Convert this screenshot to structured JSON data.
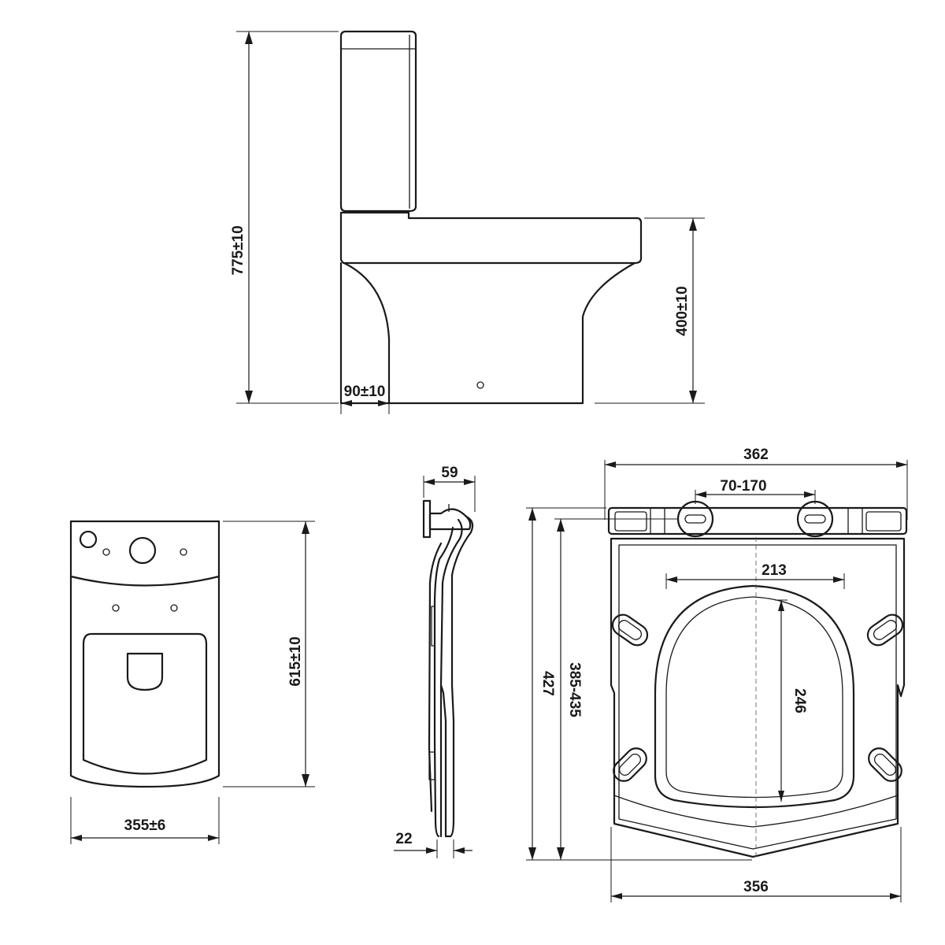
{
  "side_view": {
    "overall_height": "775±10",
    "seat_height": "400±10",
    "outlet_offset": "90±10"
  },
  "top_view": {
    "depth": "615±10",
    "width": "355±6"
  },
  "seat_profile": {
    "hinge_depth": "59",
    "thickness": "22"
  },
  "seat_plan": {
    "overall_width": "362",
    "hinge_spacing": "70-170",
    "opening_width": "213",
    "overall_length": "427",
    "fixing_range": "385-435",
    "opening_length": "246",
    "bottom_width": "356"
  }
}
